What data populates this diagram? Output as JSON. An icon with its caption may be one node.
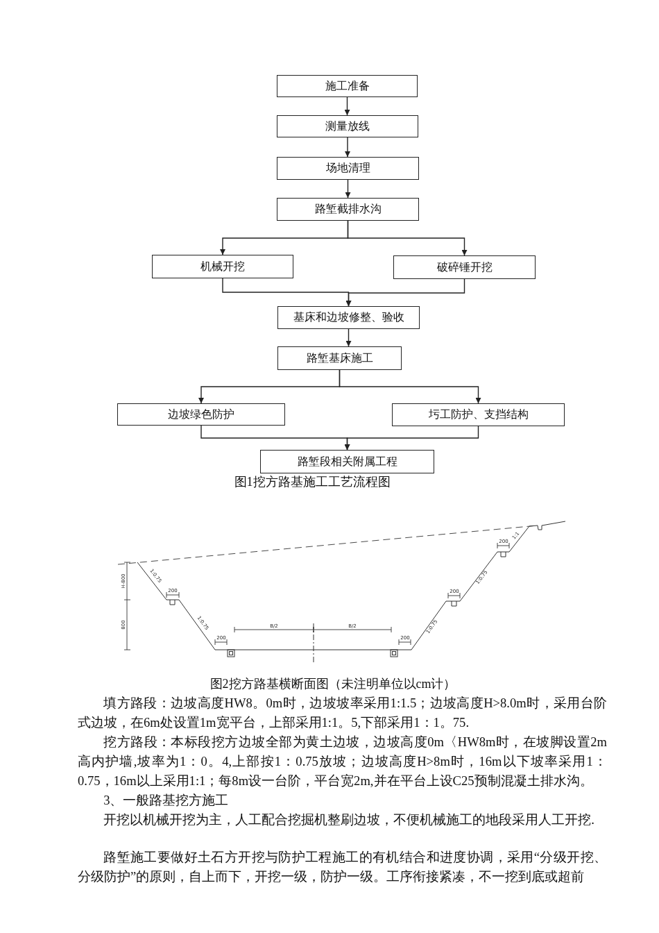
{
  "diagram": {
    "caption": "图1挖方路基施工工艺流程图",
    "nodes": [
      {
        "text": [
          "施工准备"
        ]
      },
      {
        "text": [
          "测量放线"
        ]
      },
      {
        "text": [
          "场地清理"
        ]
      },
      {
        "text": [
          "路堑截排水沟"
        ]
      },
      {
        "text": [
          "机械开挖"
        ]
      },
      {
        "text": [
          "破碎锤开挖"
        ]
      },
      {
        "text": [
          "基床和边坡修整、验收"
        ]
      },
      {
        "text": [
          "路堑基床施工"
        ]
      },
      {
        "text": [
          "边坡绿色防护"
        ]
      },
      {
        "text": [
          "圬工防护、支挡结构"
        ]
      },
      {
        "text": [
          "路堑段相关附属工程"
        ]
      }
    ],
    "edges": [
      {
        "from": 0,
        "to": 1,
        "arrow": "to"
      },
      {
        "from": 1,
        "to": 2,
        "arrow": "to"
      },
      {
        "from": 2,
        "to": 3,
        "arrow": "to"
      },
      {
        "from": 3,
        "to": 4,
        "arrow": "to"
      },
      {
        "from": 3,
        "to": 5,
        "arrow": "to"
      },
      {
        "from": 4,
        "to": 6,
        "arrow": "to"
      },
      {
        "from": 5,
        "to": 6,
        "arrow": "to"
      },
      {
        "from": 6,
        "to": 7,
        "arrow": "to"
      },
      {
        "from": 7,
        "to": 8,
        "arrow": "to"
      },
      {
        "from": 7,
        "to": 9,
        "arrow": "to"
      },
      {
        "from": 8,
        "to": 10,
        "arrow": "to"
      },
      {
        "from": 9,
        "to": 10,
        "arrow": "to"
      }
    ],
    "labels": [
      "1:1",
      "200",
      "H-800",
      "1:0.75",
      "200",
      "200",
      "1:0.75",
      "1:0.75",
      "800",
      "B/2",
      "B/2",
      "1:0.75",
      "200",
      "200",
      "图2挖方路基横断面图（未注明单位以cm计）",
      "填方路段：边坡高度HW8。0m时，边坡坡率采用1:1.5；边坡高度H>8.0m时，采用台阶式边坡，在6m处设置1m宽平台，上部采用1:1。5,下部采用1：1。75.",
      "挖方路段：本标段挖方边坡全部为黄土边坡，边坡高度0m〈HW8m时，在坡脚设置2m高内护墙,坡率为1：0。4,上部按1：0.75放坡；边坡高度H>8m时，16m以下坡率采用1：0.75，16m以上采用1:1；每8m设一台阶，平台宽2m,并在平台上设C25预制混凝土排水沟。",
      "3、一般路基挖方施工",
      "开挖以机械开挖为主，人工配合挖掘机整刷边坡，不便机械施工的地段采用人工开挖.",
      "路堑施工要做好土石方开挖与防护工程施工的有机结合和进度协调，采用“分级开挖、分级防护”的原则，自上而下，开挖一级，防护一级。工序衔接紧凑，不一挖到底或超前"
    ]
  }
}
